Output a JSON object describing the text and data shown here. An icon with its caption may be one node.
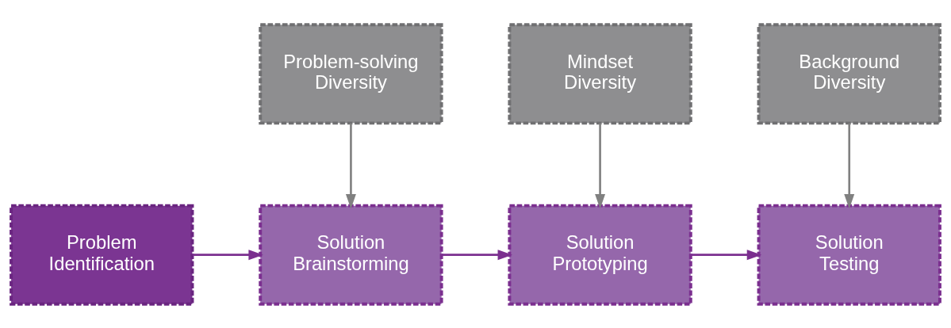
{
  "diagram": {
    "nodes": [
      {
        "text": [
          "Problem-solving Diversity"
        ]
      },
      {
        "text": [
          "Mindset Diversity"
        ]
      },
      {
        "text": [
          "Background Diversity"
        ]
      },
      {
        "text": [
          "Problem Identification"
        ]
      },
      {
        "text": [
          "Solution Brainstorming"
        ]
      },
      {
        "text": [
          "Solution Prototyping"
        ]
      },
      {
        "text": [
          "Solution Testing"
        ]
      }
    ],
    "edges": [
      {
        "from": 3,
        "to": 4,
        "arrow": "to"
      },
      {
        "from": 4,
        "to": 5,
        "arrow": "to"
      },
      {
        "from": 5,
        "to": 6,
        "arrow": "to"
      },
      {
        "from": 0,
        "to": 4,
        "arrow": "to",
        "color": "#808080"
      },
      {
        "from": 1,
        "to": 5,
        "arrow": "to",
        "color": "#808080"
      },
      {
        "from": 2,
        "to": 6,
        "arrow": "to",
        "color": "#808080"
      }
    ]
  }
}
